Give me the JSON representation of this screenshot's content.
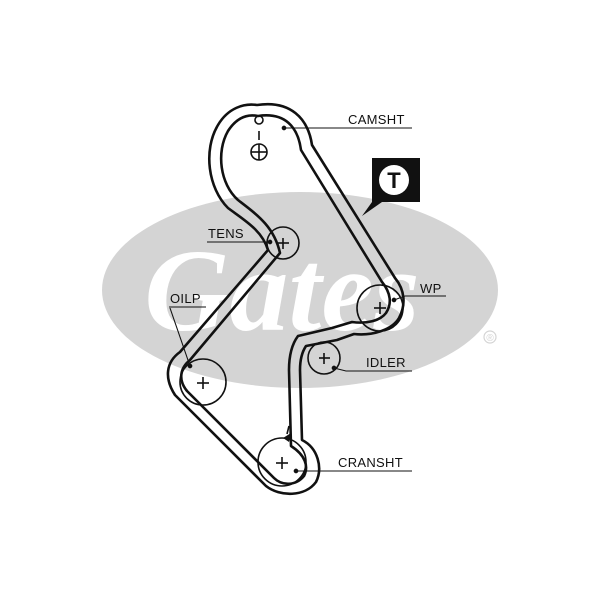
{
  "diagram": {
    "labels": {
      "camshaft": "CAMSHT",
      "tensioner": "TENS",
      "water_pump": "WP",
      "oil_pump": "OILP",
      "idler": "IDLER",
      "crankshaft": "CRANSHT"
    },
    "tensioner_badge": "T",
    "watermark": {
      "brand": "Gates",
      "registered_mark": "®"
    },
    "colors": {
      "belt": "#111111",
      "watermark": "#d4d4d4",
      "labels": "#111111",
      "badge": "#111111"
    }
  }
}
